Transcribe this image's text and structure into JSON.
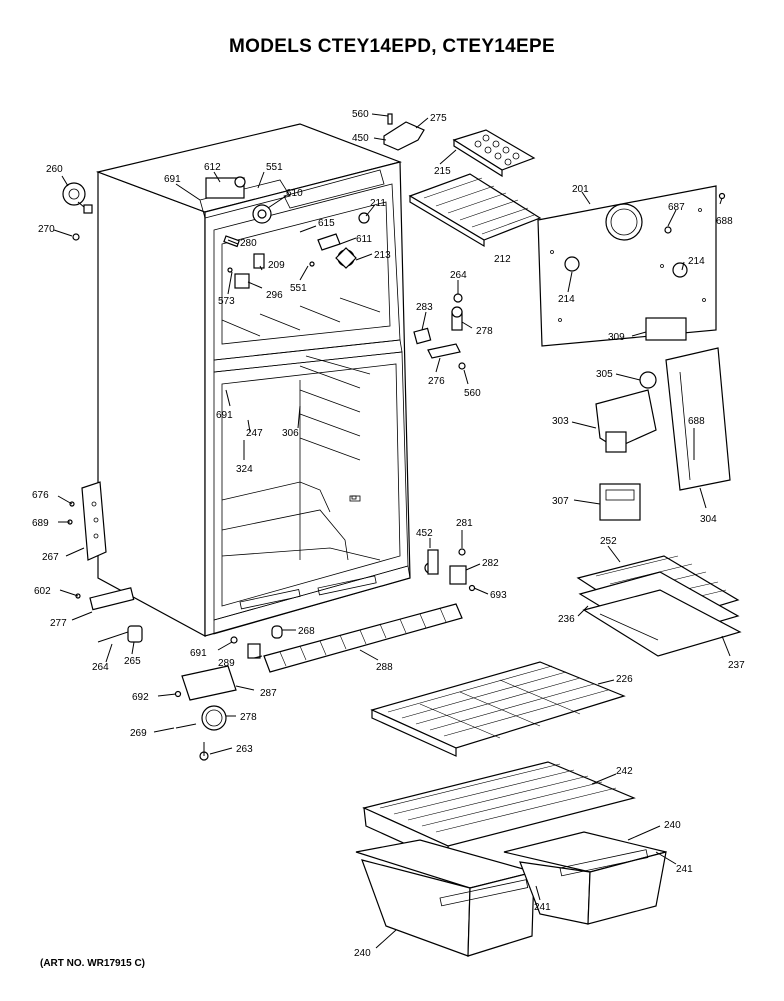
{
  "title": "MODELS CTEY14EPD, CTEY14EPE",
  "art_number": "(ART NO. WR17915 C)",
  "callouts": [
    "560",
    "275",
    "450",
    "215",
    "201",
    "687",
    "688",
    "260",
    "270",
    "612",
    "551",
    "691",
    "610",
    "615",
    "611",
    "213",
    "211",
    "212",
    "280",
    "209",
    "296",
    "551",
    "573",
    "264",
    "283",
    "278",
    "276",
    "560",
    "214",
    "214",
    "309",
    "305",
    "303",
    "688",
    "307",
    "304",
    "691",
    "306",
    "247",
    "324",
    "676",
    "689",
    "267",
    "452",
    "281",
    "282",
    "693",
    "252",
    "236",
    "237",
    "602",
    "277",
    "691",
    "268",
    "264",
    "265",
    "289",
    "287",
    "288",
    "226",
    "692",
    "269",
    "278",
    "263",
    "242",
    "240",
    "241",
    "241",
    "240"
  ]
}
